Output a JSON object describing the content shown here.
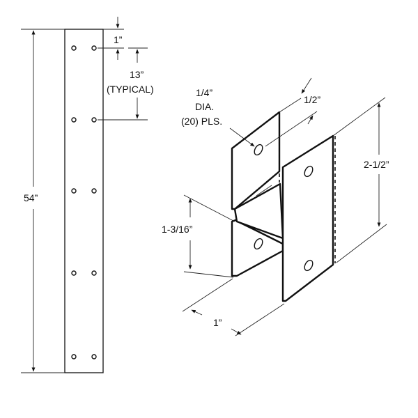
{
  "flat_bar": {
    "overall_length": "54”",
    "edge_to_hole": "1”",
    "hole_spacing": "13”",
    "hole_spacing_note": "(TYPICAL)"
  },
  "h_channel": {
    "hole_size": "1/4”",
    "hole_size_note": "DIA.",
    "hole_count": "(20) PLS.",
    "hole_offset": "1/2”",
    "flange_height": "2-1/2”",
    "web_height": "1-3/16”",
    "width": "1”"
  }
}
